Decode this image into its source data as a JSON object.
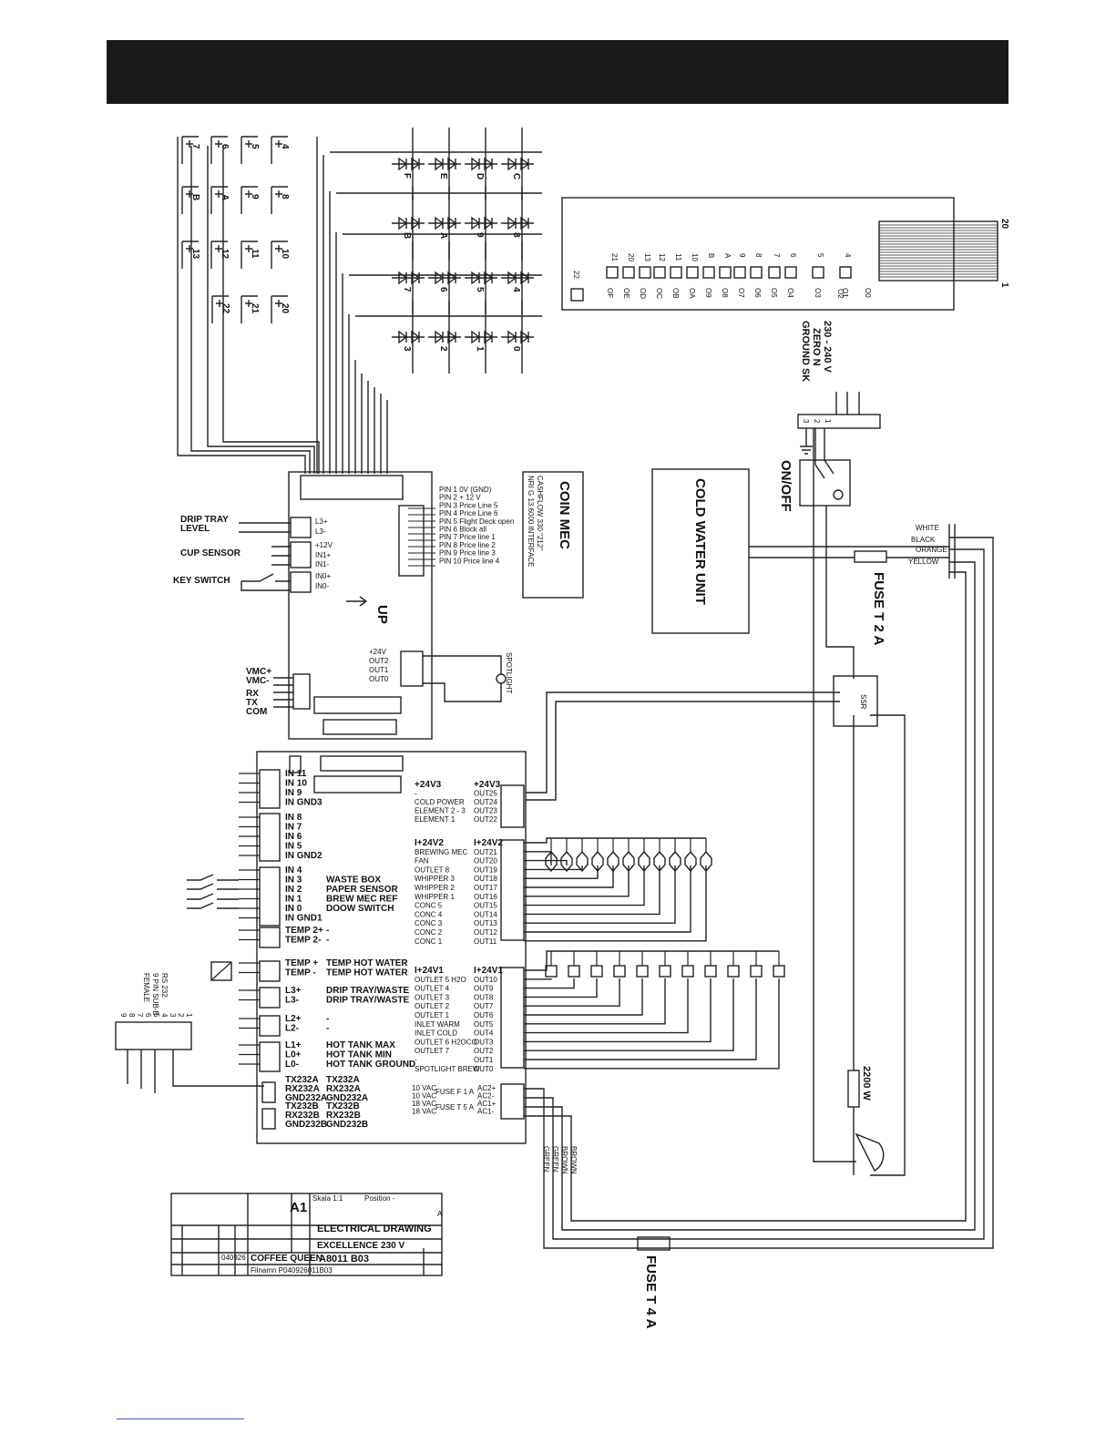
{
  "header": {
    "color": "#1a1a1a"
  },
  "buttons_top": {
    "row1": [
      "7",
      "6",
      "5",
      "4"
    ],
    "row2": [
      "B",
      "A",
      "9",
      "8"
    ],
    "row3": [
      "13",
      "12",
      "11",
      "10"
    ],
    "row4": [
      "22",
      "21",
      "20"
    ]
  },
  "diodes": {
    "row1": [
      "F",
      "E",
      "D",
      "C"
    ],
    "row2": [
      "B",
      "A",
      "9",
      "8"
    ],
    "row3": [
      "7",
      "6",
      "5",
      "4"
    ],
    "row4": [
      "3",
      "2",
      "1",
      "0"
    ]
  },
  "display_board": {
    "scale_top": "20",
    "scale_bottom": "1",
    "pins_top": [
      "21",
      "20",
      "13",
      "12",
      "11",
      "10",
      "B",
      "A",
      "9",
      "8",
      "7",
      "6",
      "5",
      "4"
    ],
    "pins_bottom": [
      "OF",
      "OE",
      "OD",
      "OC",
      "OB",
      "OA",
      "O9",
      "O8",
      "O7",
      "O6",
      "O5",
      "O4",
      "O3",
      "O1",
      "O0"
    ],
    "extra_pin": "22",
    "extra_pin_b": "O2"
  },
  "mains": {
    "supply": "230 - 240 V",
    "zero": "ZERO  N",
    "ground": "GROUND SK",
    "terminals": [
      "1",
      "2",
      "3"
    ],
    "switch": "ON/OFF",
    "cold_water": "COLD WATER UNIT",
    "fuse_t2": "FUSE T 2 A",
    "wire_colors": [
      "WHITE",
      "BLACK",
      "ORANGE",
      "YELLOW"
    ],
    "ssr": "SSR",
    "heater": "2200 W",
    "fuse_t4": "FUSE T 4 A"
  },
  "coin_mec": {
    "title": "COIN MEC",
    "sub1": "CASHFLOW 330 \"212\"",
    "sub2": "NRI G 13.6000 INTERFACE",
    "pins": [
      "PIN 1  0V (GND)",
      "PIN 2  + 12 V",
      "PIN 3  Price Line 5",
      "PIN 4  Price Line 6",
      "PIN 5  Flight Deck open",
      "PIN 6  Block all",
      "PIN 7  Price line 1",
      "PIN 8  Price line 2",
      "PIN 9  Price line 3",
      "PIN 10 Price line 4"
    ]
  },
  "upper_board": {
    "drip_tray": "DRIP TRAY",
    "level": "LEVEL",
    "l3p": "L3+",
    "l3m": "L3-",
    "cup_sensor": "CUP SENSOR",
    "p12v": "+12V",
    "in1p": "IN1+",
    "in1m": "IN1-",
    "key_switch": "KEY SWITCH",
    "in0p": "IN0+",
    "in0m": "IN0-",
    "up": "UP",
    "vmc": [
      "VMC+",
      "VMC-",
      "RX",
      "TX",
      "COM"
    ],
    "outs": [
      "+24V",
      "OUT2",
      "OUT1",
      "OUT0"
    ],
    "spotlight": "SPOTLIGHT"
  },
  "lower_board": {
    "in_group1": [
      "IN 11",
      "IN 10",
      "IN 9",
      "IN GND3"
    ],
    "in_group2": [
      "IN 8",
      "IN 7",
      "IN 6",
      "IN 5",
      "IN GND2"
    ],
    "in_group3": [
      "IN 4",
      "IN 3",
      "IN 2",
      "IN 1",
      "IN 0",
      "IN GND1"
    ],
    "in_group3_desc": [
      "",
      "WASTE BOX",
      "PAPER SENSOR",
      "BREW MEC REF",
      "DOOW SWITCH",
      ""
    ],
    "temp2": [
      "TEMP 2+",
      "TEMP 2-"
    ],
    "temp": [
      "TEMP +",
      "TEMP -"
    ],
    "temp_desc": [
      "TEMP HOT WATER",
      "TEMP HOT WATER"
    ],
    "l3": [
      "L3+",
      "L3-"
    ],
    "l3_desc": [
      "DRIP TRAY/WASTE",
      "DRIP TRAY/WASTE"
    ],
    "l2": [
      "L2+",
      "L2-"
    ],
    "l1": [
      "L1+",
      "L0+",
      "L0-"
    ],
    "l1_desc": [
      "HOT TANK MAX",
      "HOT TANK MIN",
      "HOT TANK GROUND"
    ],
    "rs_a": [
      "TX232A",
      "RX232A",
      "GND232A"
    ],
    "rs_a2": [
      "TX232A",
      "RX232A",
      "GND232A"
    ],
    "rs_b": [
      "TX232B",
      "RX232B",
      "GND232B"
    ],
    "rs_b2": [
      "TX232B",
      "RX232B",
      "GND232B"
    ],
    "rs232": [
      "RS 232",
      "9 PIN SUB-B",
      "FEMALE"
    ],
    "rs232_pins": [
      "1",
      "2",
      "3",
      "4",
      "5",
      "6",
      "7",
      "8",
      "9"
    ],
    "out_hi_left": [
      "+24V3",
      "-",
      "COLD POWER",
      "ELEMENT 2 - 3",
      "ELEMENT 1"
    ],
    "out_hi_right": [
      "+24V3",
      "OUT25",
      "OUT24",
      "OUT23",
      "OUT22"
    ],
    "out_mid_left": [
      "I+24V2",
      "BREWING MEC",
      "FAN",
      "OUTLET 8",
      "WHIPPER 3",
      "WHIPPER 2",
      "WHIPPER 1",
      "CONC 5",
      "CONC 4",
      "CONC 3",
      "CONC 2",
      "CONC 1"
    ],
    "out_mid_right": [
      "I+24V2",
      "OUT21",
      "OUT20",
      "OUT19",
      "OUT18",
      "OUT17",
      "OUT16",
      "OUT15",
      "OUT14",
      "OUT13",
      "OUT12",
      "OUT11"
    ],
    "out_lo_left": [
      "I+24V1",
      "OUTLET 5  H2O",
      "OUTLET 4",
      "OUTLET 3",
      "OUTLET 2",
      "OUTLET 1",
      "INLET WARM",
      "INLET COLD",
      "OUTLET 6  H2OCO",
      "OUTLET 7",
      "-",
      "SPOTLIGHT BREW"
    ],
    "out_lo_right": [
      "I+24V1",
      "OUT10",
      "OUT9",
      "OUT8",
      "OUT7",
      "OUT6",
      "OUT5",
      "OUT4",
      "OUT3",
      "OUT2",
      "OUT1",
      "OUT0"
    ],
    "ac_left": [
      "10 VAC",
      "10 VAC",
      "18 VAC",
      "18 VAC"
    ],
    "ac_fuse": [
      "FUSE F 1 A",
      "FUSE T 5 A"
    ],
    "ac_right": [
      "AC2+",
      "AC2-",
      "AC1+",
      "AC1-"
    ],
    "bottom_wires": [
      "BROWN",
      "BROWN",
      "GREEN",
      "GREEN"
    ]
  },
  "title_block": {
    "sheet": "A1",
    "scale": "Skala  1:1",
    "position": "Position  -",
    "title": "ELECTRICAL DRAWING",
    "subtitle": "EXCELLENCE 230 V",
    "company": "COFFEE QUEEN",
    "number": "A8011 B03",
    "date": "040926",
    "rev": "A",
    "file": "Filnamn P040926011B03"
  }
}
